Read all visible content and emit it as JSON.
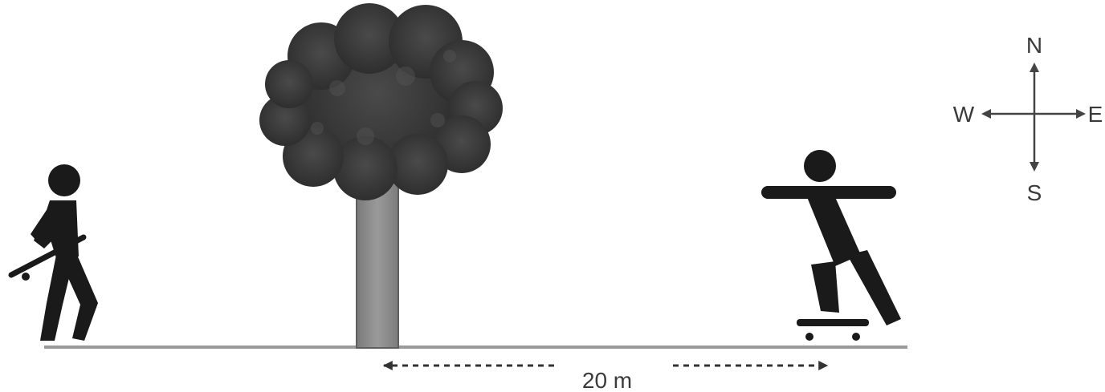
{
  "distance_label": "20 m",
  "compass": {
    "north": "N",
    "south": "S",
    "east": "E",
    "west": "W"
  },
  "colors": {
    "ink": "#1a1a1a",
    "ground": "#9a9a9a",
    "foliage": "#3b3b3b",
    "trunk": "#8c8c8c",
    "label": "#3a3a3a"
  },
  "icons": [
    "walking-person-with-skateboard-icon",
    "tree-icon",
    "skateboarder-icon",
    "compass-rose-icon"
  ]
}
